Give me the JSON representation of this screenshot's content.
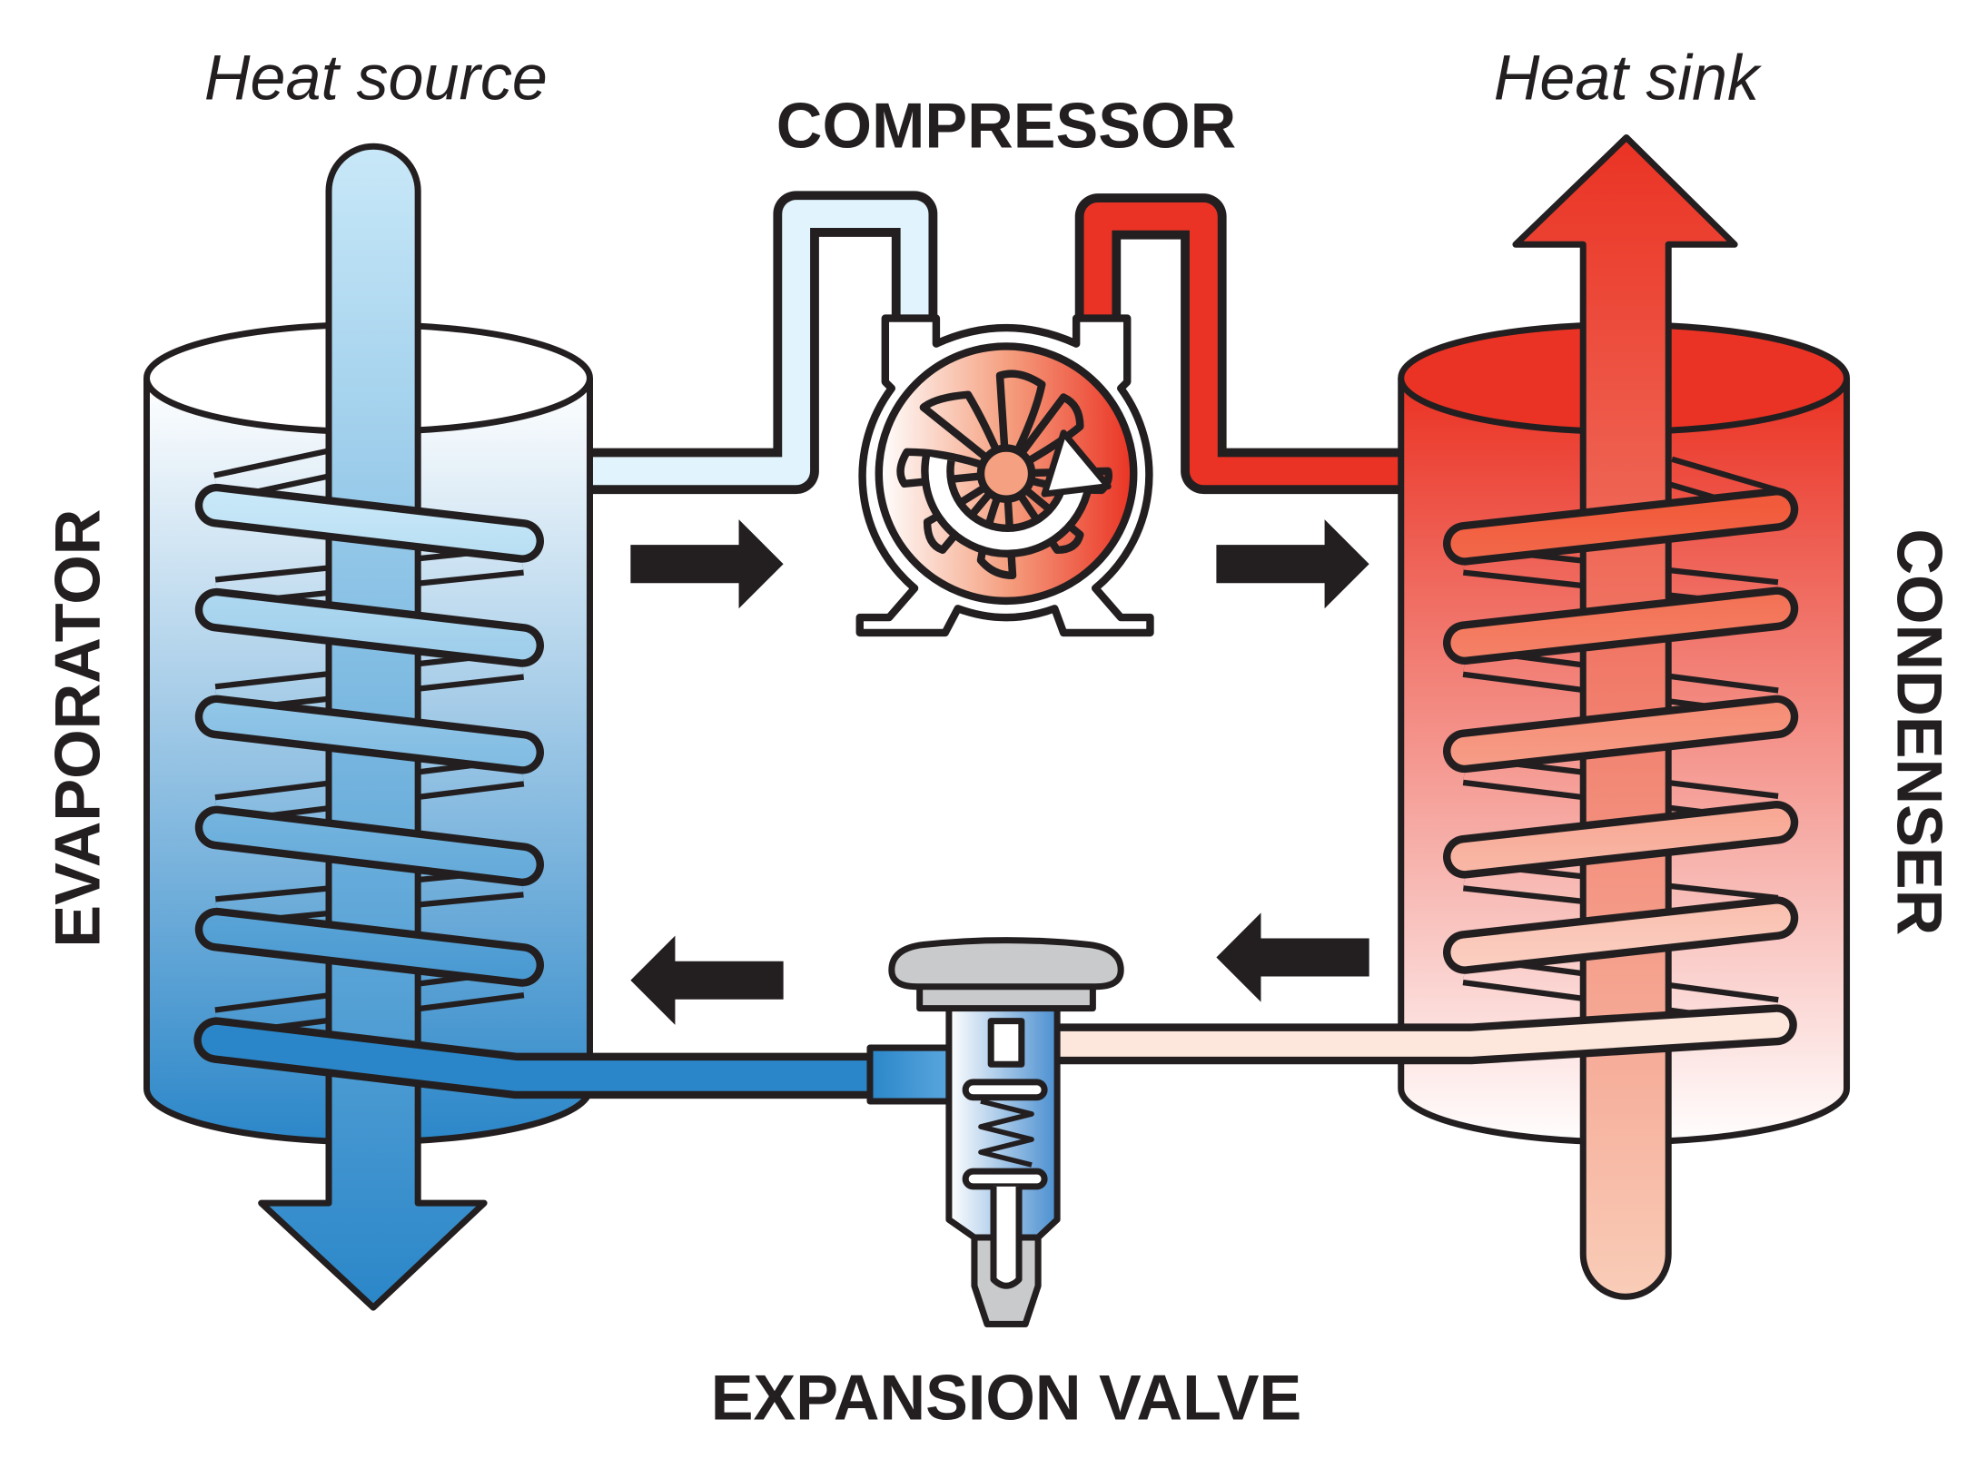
{
  "title_labels": {
    "heat_source": "Heat source",
    "heat_sink": "Heat sink",
    "compressor": "COMPRESSOR",
    "expansion_valve": "EXPANSION VALVE",
    "evaporator": "EVAPORATOR",
    "condenser": "CONDENSER"
  },
  "colors": {
    "cold": "#2a86c8",
    "cold_light": "#c8e8f8",
    "hot": "#ea3324",
    "hot_light": "#fde6dc",
    "outline": "#231f20",
    "valve_grey": "#c9cacc"
  },
  "icons": [
    "compressor-icon",
    "expansion-valve-icon",
    "flow-arrow-icon",
    "heat-arrow-icon"
  ]
}
